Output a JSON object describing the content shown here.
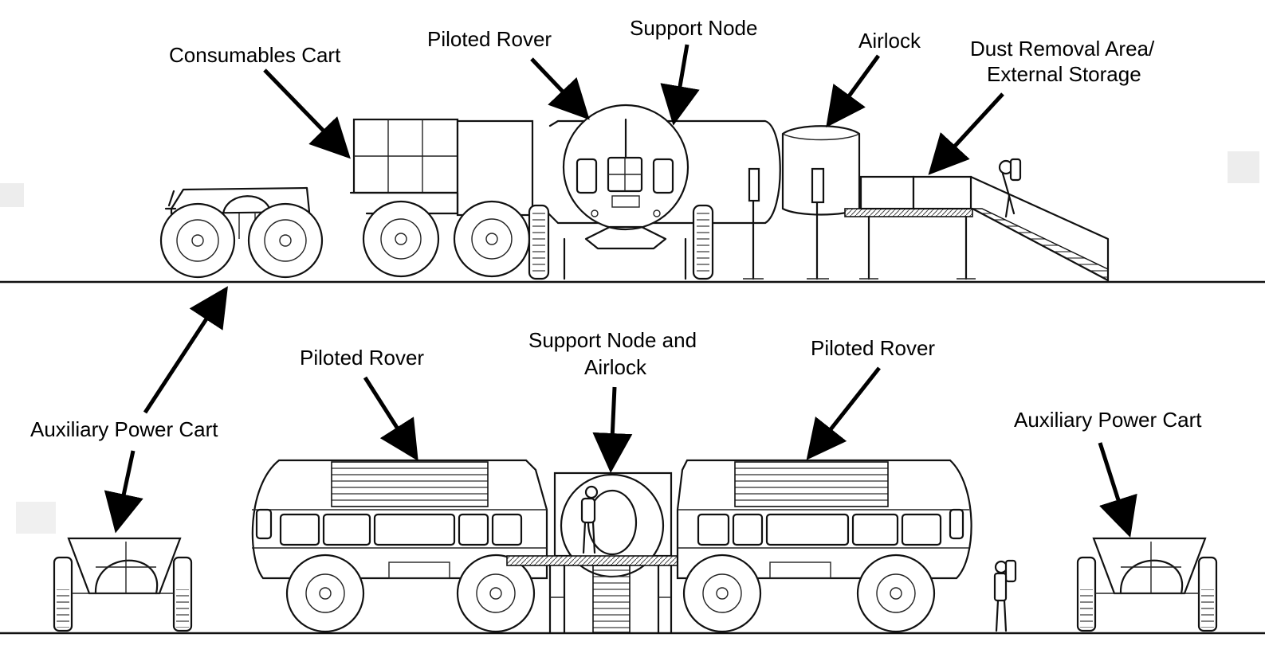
{
  "labels": {
    "consumables_cart": "Consumables Cart",
    "piloted_rover_top": "Piloted Rover",
    "support_node": "Support Node",
    "airlock": "Airlock",
    "dust_removal_line1": "Dust Removal Area/",
    "dust_removal_line2": "External Storage",
    "aux_power_cart_left": "Auxiliary Power Cart",
    "piloted_rover_left": "Piloted Rover",
    "support_node_airlock_line1": "Support Node and",
    "support_node_airlock_line2": "Airlock",
    "piloted_rover_right": "Piloted Rover",
    "aux_power_cart_right": "Auxiliary Power Cart"
  },
  "colors": {
    "ink": "#111111",
    "background": "#ffffff",
    "bleed_through": "#dcdcdc"
  }
}
